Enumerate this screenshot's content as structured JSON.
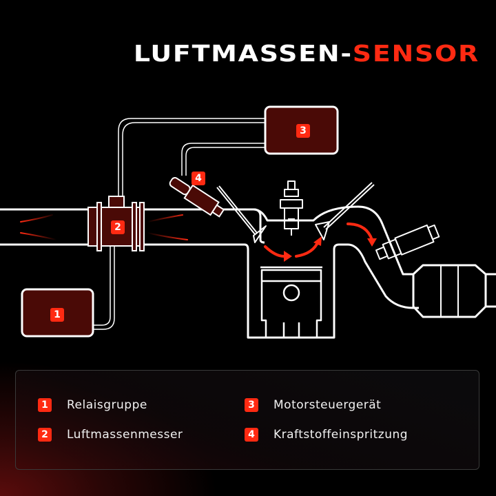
{
  "title": {
    "main": "LUFTMASSEN-",
    "accent": "SENSOR"
  },
  "colors": {
    "accent": "#ff2a12",
    "box_fill": "#4a0a06",
    "line": "#ffffff",
    "background": "#000000"
  },
  "diagram": {
    "boxes": [
      {
        "id": "1",
        "label": "1"
      },
      {
        "id": "2",
        "label": "2"
      },
      {
        "id": "3",
        "label": "3"
      },
      {
        "id": "4",
        "label": "4"
      }
    ],
    "components": [
      "air-intake-pipe",
      "mass-airflow-sensor",
      "fuel-injector",
      "intake-valve",
      "spark-plug",
      "exhaust-valve",
      "piston",
      "oxygen-sensor",
      "catalytic-converter"
    ]
  },
  "legend": {
    "items": [
      {
        "num": "1",
        "label": "Relaisgruppe"
      },
      {
        "num": "2",
        "label": "Luftmassenmesser"
      },
      {
        "num": "3",
        "label": "Motorsteuergerät"
      },
      {
        "num": "4",
        "label": "Kraftstoffeinspritzung"
      }
    ]
  }
}
